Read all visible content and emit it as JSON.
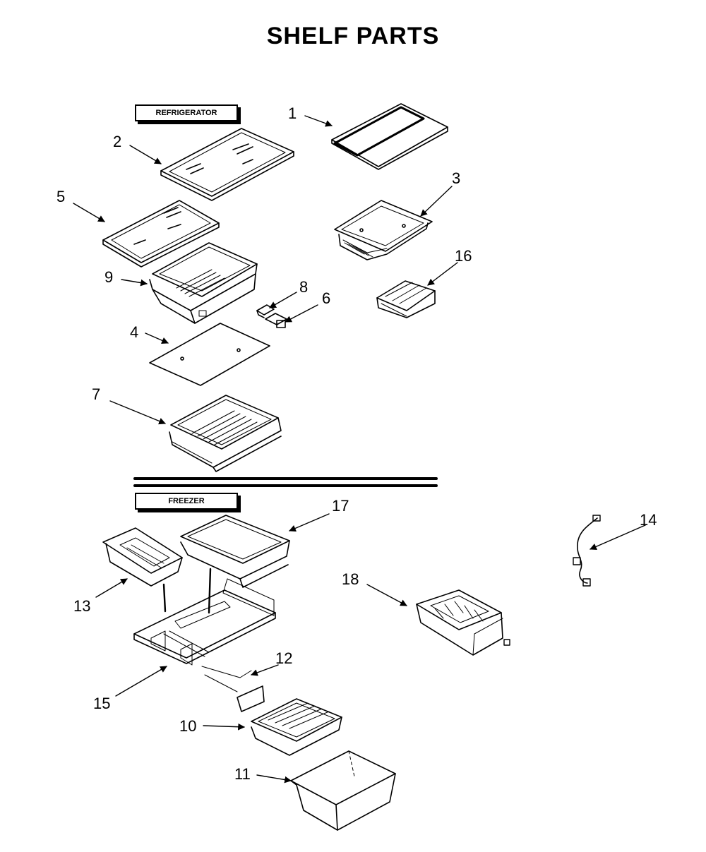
{
  "title": "SHELF PARTS",
  "sections": {
    "refrigerator": "REFRIGERATOR",
    "freezer": "FREEZER"
  },
  "callouts": [
    "1",
    "2",
    "3",
    "4",
    "5",
    "6",
    "7",
    "8",
    "9",
    "10",
    "11",
    "12",
    "13",
    "14",
    "15",
    "16",
    "17",
    "18"
  ]
}
